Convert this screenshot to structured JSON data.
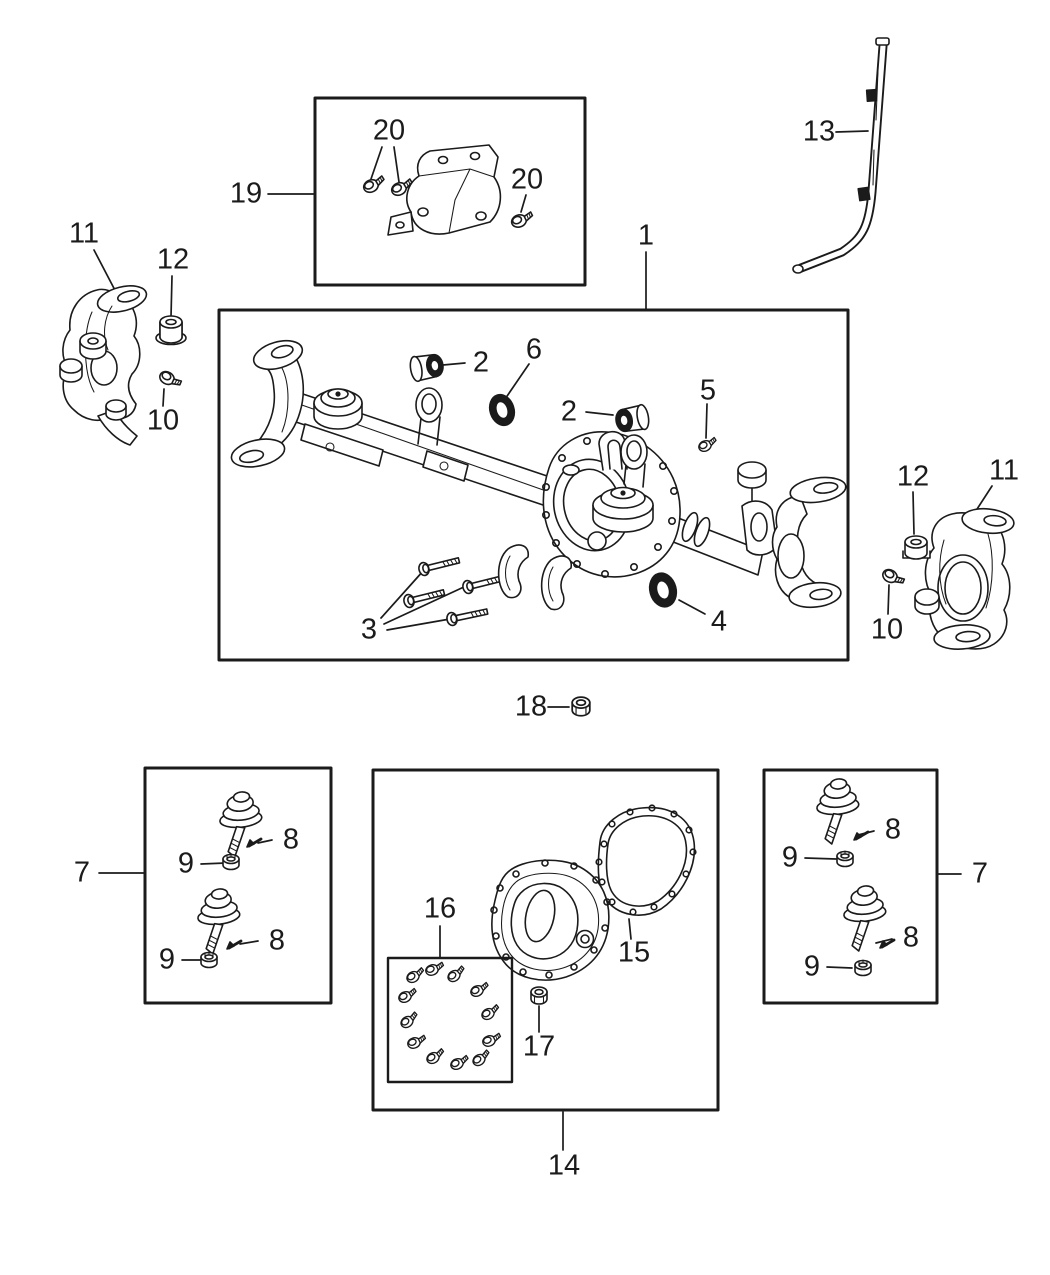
{
  "colors": {
    "ink": "#1b1b1b",
    "background": "#ffffff"
  },
  "callouts": {
    "c1": "1",
    "c2a": "2",
    "c2b": "2",
    "c3": "3",
    "c4": "4",
    "c5": "5",
    "c6": "6",
    "c7_left": "7",
    "c7_right": "7",
    "c8_left_top": "8",
    "c8_left_bottom": "8",
    "c8_right_top": "8",
    "c8_right_bottom": "8",
    "c9_left_top": "9",
    "c9_left_bottom": "9",
    "c9_right_top": "9",
    "c9_right_bottom": "9",
    "c10_left": "10",
    "c10_right": "10",
    "c11_left": "11",
    "c11_right": "11",
    "c12_left": "12",
    "c12_right": "12",
    "c13": "13",
    "c14": "14",
    "c15": "15",
    "c16": "16",
    "c17": "17",
    "c18": "18",
    "c19": "19",
    "c20_top": "20",
    "c20_right": "20"
  }
}
